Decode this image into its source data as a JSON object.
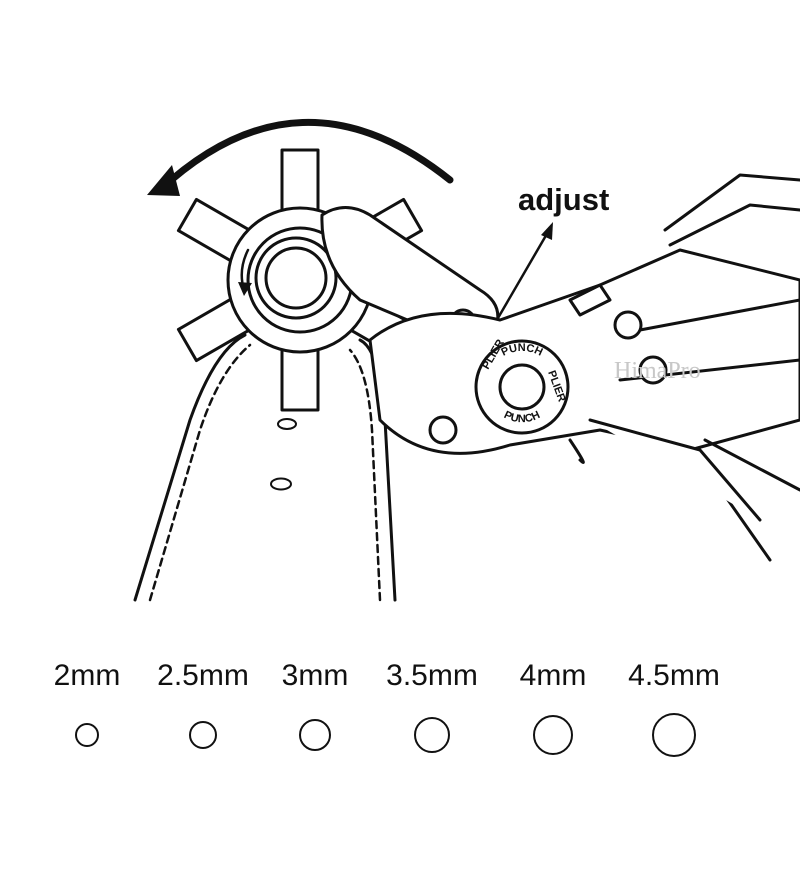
{
  "diagram": {
    "adjust_label": "adjust",
    "tool_text_top": "PUNCH",
    "tool_text_left": "PLIER",
    "tool_text_right": "PLIER",
    "tool_text_bottom": "PUNCH",
    "watermark": "HimaPro"
  },
  "hole_sizes": [
    {
      "label": "2mm",
      "diameter_mm": 2
    },
    {
      "label": "2.5mm",
      "diameter_mm": 2.5
    },
    {
      "label": "3mm",
      "diameter_mm": 3
    },
    {
      "label": "3.5mm",
      "diameter_mm": 3.5
    },
    {
      "label": "4mm",
      "diameter_mm": 4
    },
    {
      "label": "4.5mm",
      "diameter_mm": 4.5
    }
  ],
  "colors": {
    "line": "#111111",
    "background": "#ffffff",
    "watermark": "#c8c8c8"
  }
}
